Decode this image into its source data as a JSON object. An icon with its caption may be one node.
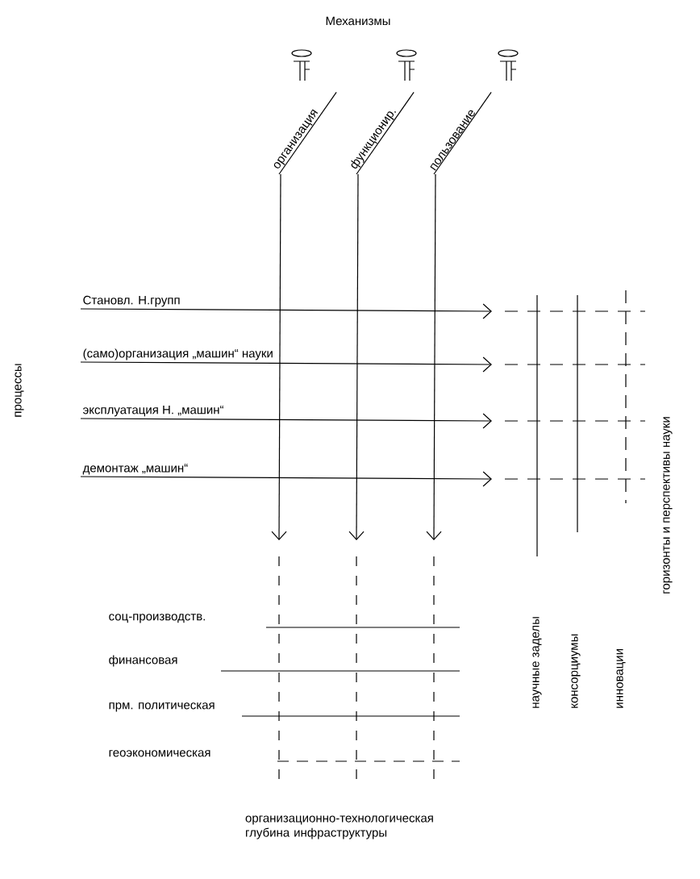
{
  "diagram": {
    "title": "Механизмы",
    "caption": "организационно-технологическая глубина инфраструктуры",
    "nodes": [
      {
        "text": [
          "организация"
        ]
      },
      {
        "text": [
          "функционир."
        ]
      },
      {
        "text": [
          "пользование"
        ]
      },
      {
        "text": [
          "Становл. Н.групп"
        ]
      },
      {
        "text": [
          "(само)организация „машин“ науки"
        ]
      },
      {
        "text": [
          "эксплуатация Н. „машин“"
        ]
      },
      {
        "text": [
          "демонтаж „машин“"
        ]
      }
    ],
    "edges": [
      {
        "from": 0,
        "to": null,
        "arrow": "to"
      },
      {
        "from": 1,
        "to": null,
        "arrow": "to"
      },
      {
        "from": 2,
        "to": null,
        "arrow": "to"
      },
      {
        "from": 3,
        "to": null,
        "arrow": "to"
      },
      {
        "from": 4,
        "to": null,
        "arrow": "to"
      },
      {
        "from": 5,
        "to": null,
        "arrow": "to"
      },
      {
        "from": 6,
        "to": null,
        "arrow": "to"
      }
    ],
    "labels": [
      "процессы",
      "горизонты и перспективы науки",
      "научные заделы",
      "консорциумы",
      "инновации",
      "соц-производств.",
      "финансовая",
      "прм. политическая",
      "геоэкономическая"
    ]
  }
}
